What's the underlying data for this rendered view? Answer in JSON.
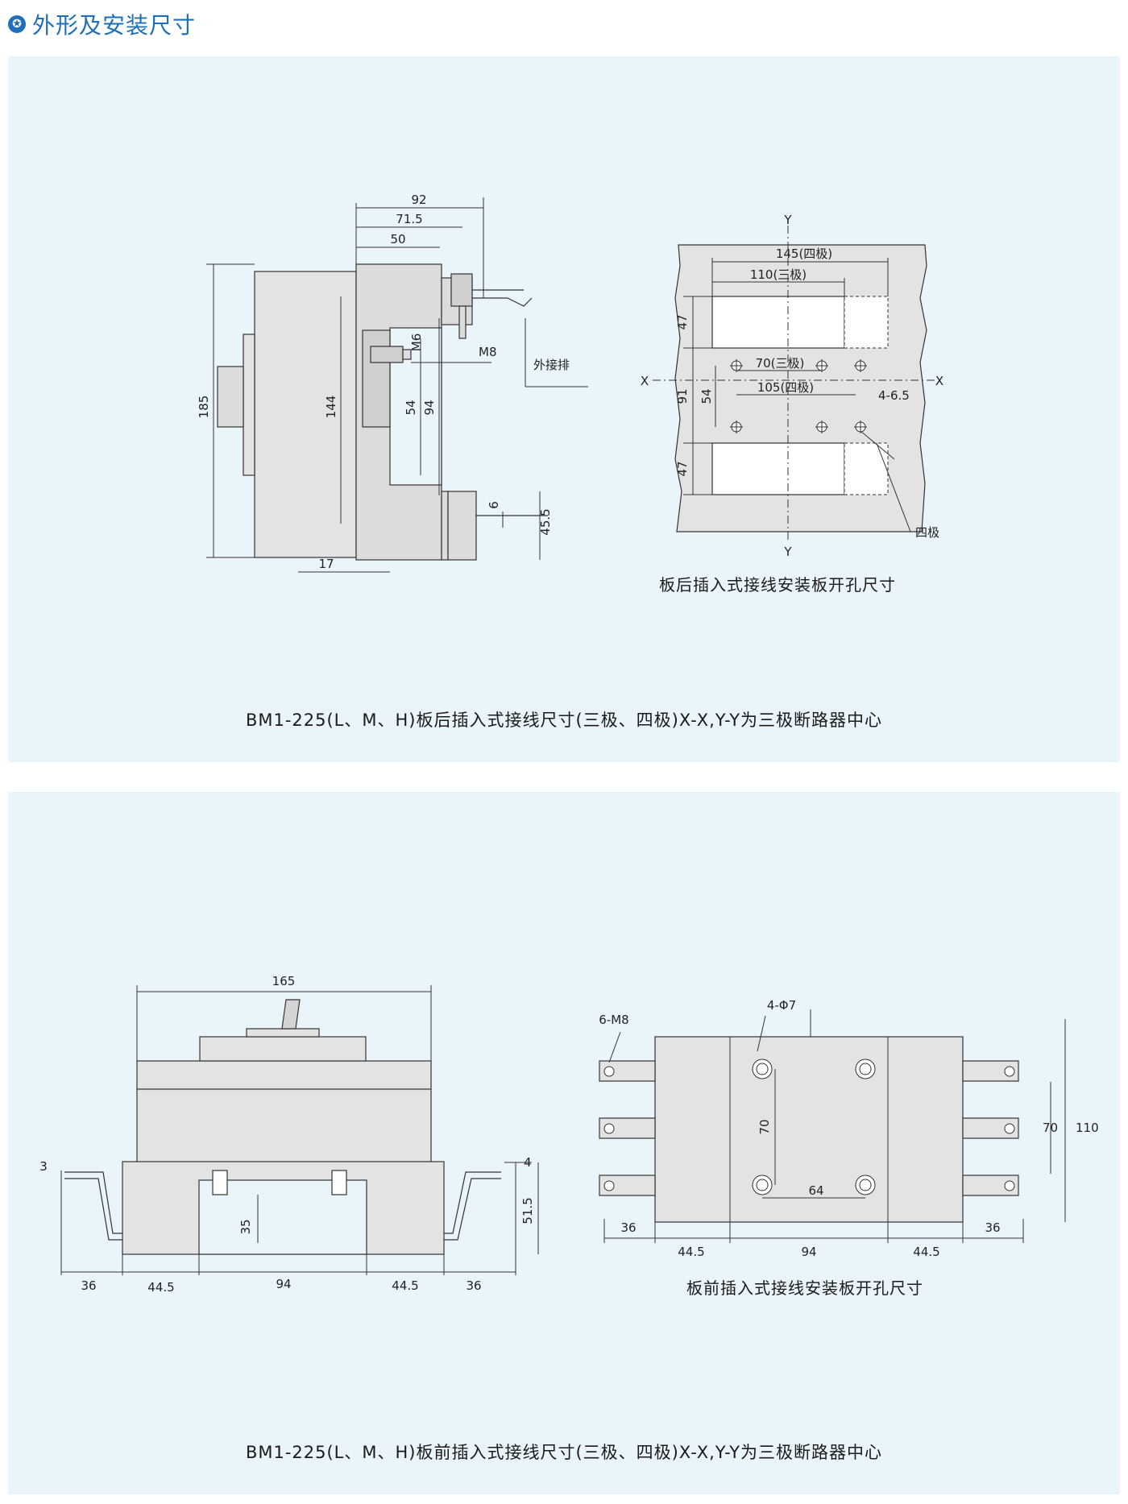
{
  "header": {
    "icon": "star-icon",
    "title": "外形及安装尺寸",
    "accent": "#1f6fb8"
  },
  "panel_bg": "#eaf4fb",
  "section1": {
    "caption": "BM1-225(L、M、H)板后插入式接线尺寸(三极、四极)X-X,Y-Y为三极断路器中心",
    "side_view": {
      "dims": {
        "d92": "92",
        "d715": "71.5",
        "d50": "50",
        "d185": "185",
        "d144": "144",
        "d54": "54",
        "d94": "94",
        "dM6": "M6",
        "dM8": "M8",
        "d6": "6",
        "d455": "45.5",
        "d17": "17"
      },
      "external_bar": "外接排"
    },
    "cutout": {
      "axis_x": "X",
      "axis_y": "Y",
      "d145": "145(四极)",
      "d110": "110(三极)",
      "d47a": "47",
      "d47b": "47",
      "d91": "91",
      "d54": "54",
      "d70": "70(三极)",
      "d105": "105(四极)",
      "holes": "4-6.5",
      "four_pole": "四极"
    },
    "sub_caption": "板后插入式接线安装板开孔尺寸"
  },
  "section2": {
    "caption": "BM1-225(L、M、H)板前插入式接线尺寸(三极、四极)X-X,Y-Y为三极断路器中心",
    "front_view": {
      "dims": {
        "d165": "165",
        "d3": "3",
        "d4": "4",
        "d35": "35",
        "d515": "51.5",
        "b36a": "36",
        "b445a": "44.5",
        "b94": "94",
        "b445b": "44.5",
        "b36b": "36"
      }
    },
    "plan_view": {
      "holes": "4-Φ7",
      "thread": "6-M8",
      "d70a": "70",
      "d70b": "70",
      "d64": "64",
      "d110": "110",
      "d36a": "36",
      "d36b": "36",
      "b445a": "44.5",
      "b94": "94",
      "b445b": "44.5"
    },
    "sub_caption": "板前插入式接线安装板开孔尺寸"
  }
}
